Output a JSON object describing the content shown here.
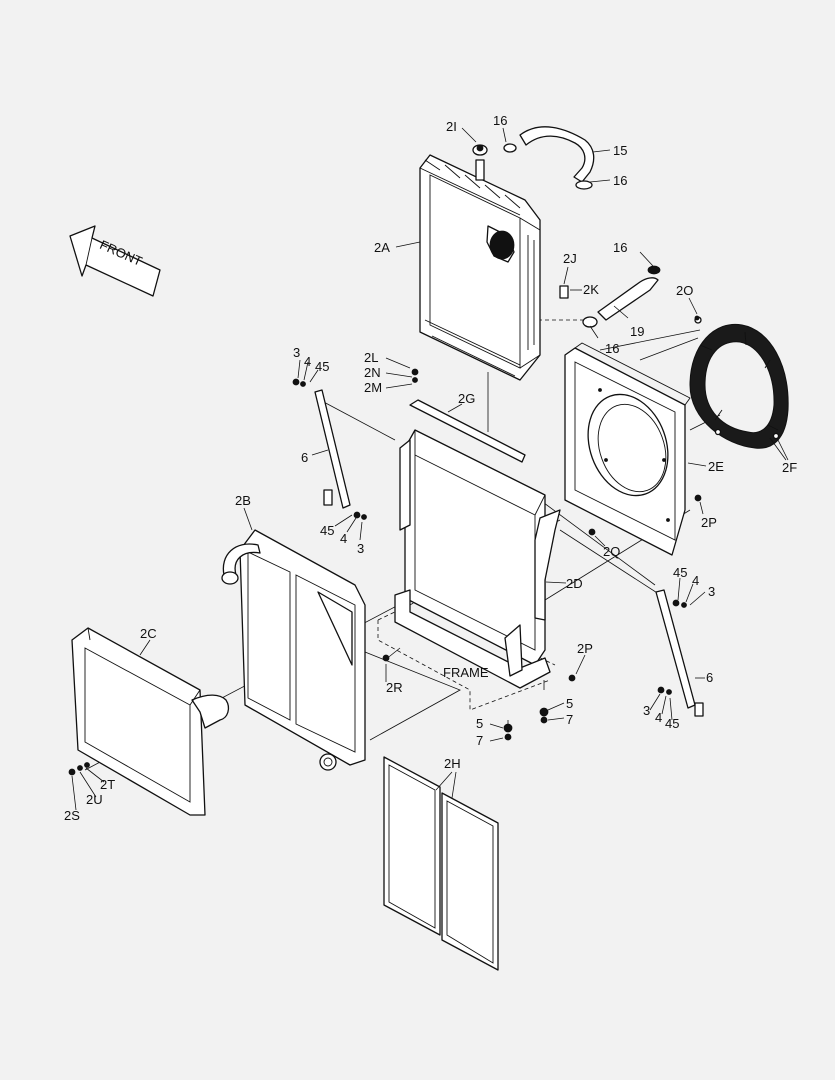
{
  "diagram": {
    "front_label": "FRONT",
    "frame_label": "FRAME",
    "callouts": {
      "c2I": "2I",
      "c16a": "16",
      "c15": "15",
      "c16b": "16",
      "c2A": "2A",
      "c2J": "2J",
      "c2K": "2K",
      "c16c": "16",
      "c19": "19",
      "c16d": "16",
      "c2O": "2O",
      "c3a": "3",
      "c4a": "4",
      "c45a": "45",
      "c2L": "2L",
      "c2N": "2N",
      "c2M": "2M",
      "c2G": "2G",
      "c6a": "6",
      "c2E": "2E",
      "c2F": "2F",
      "c2P_a": "2P",
      "c2B": "2B",
      "c45b": "45",
      "c4b": "4",
      "c3b": "3",
      "c2Q": "2Q",
      "c45c": "45",
      "c4c": "4",
      "c3c": "3",
      "c2D": "2D",
      "c2C": "2C",
      "c2P_b": "2P",
      "c2R": "2R",
      "c6b": "6",
      "c5a": "5",
      "c7a": "7",
      "c5b": "5",
      "c7b": "7",
      "c3d": "3",
      "c4d": "4",
      "c45d": "45",
      "c2T": "2T",
      "c2U": "2U",
      "c2S": "2S",
      "c2H": "2H"
    }
  }
}
